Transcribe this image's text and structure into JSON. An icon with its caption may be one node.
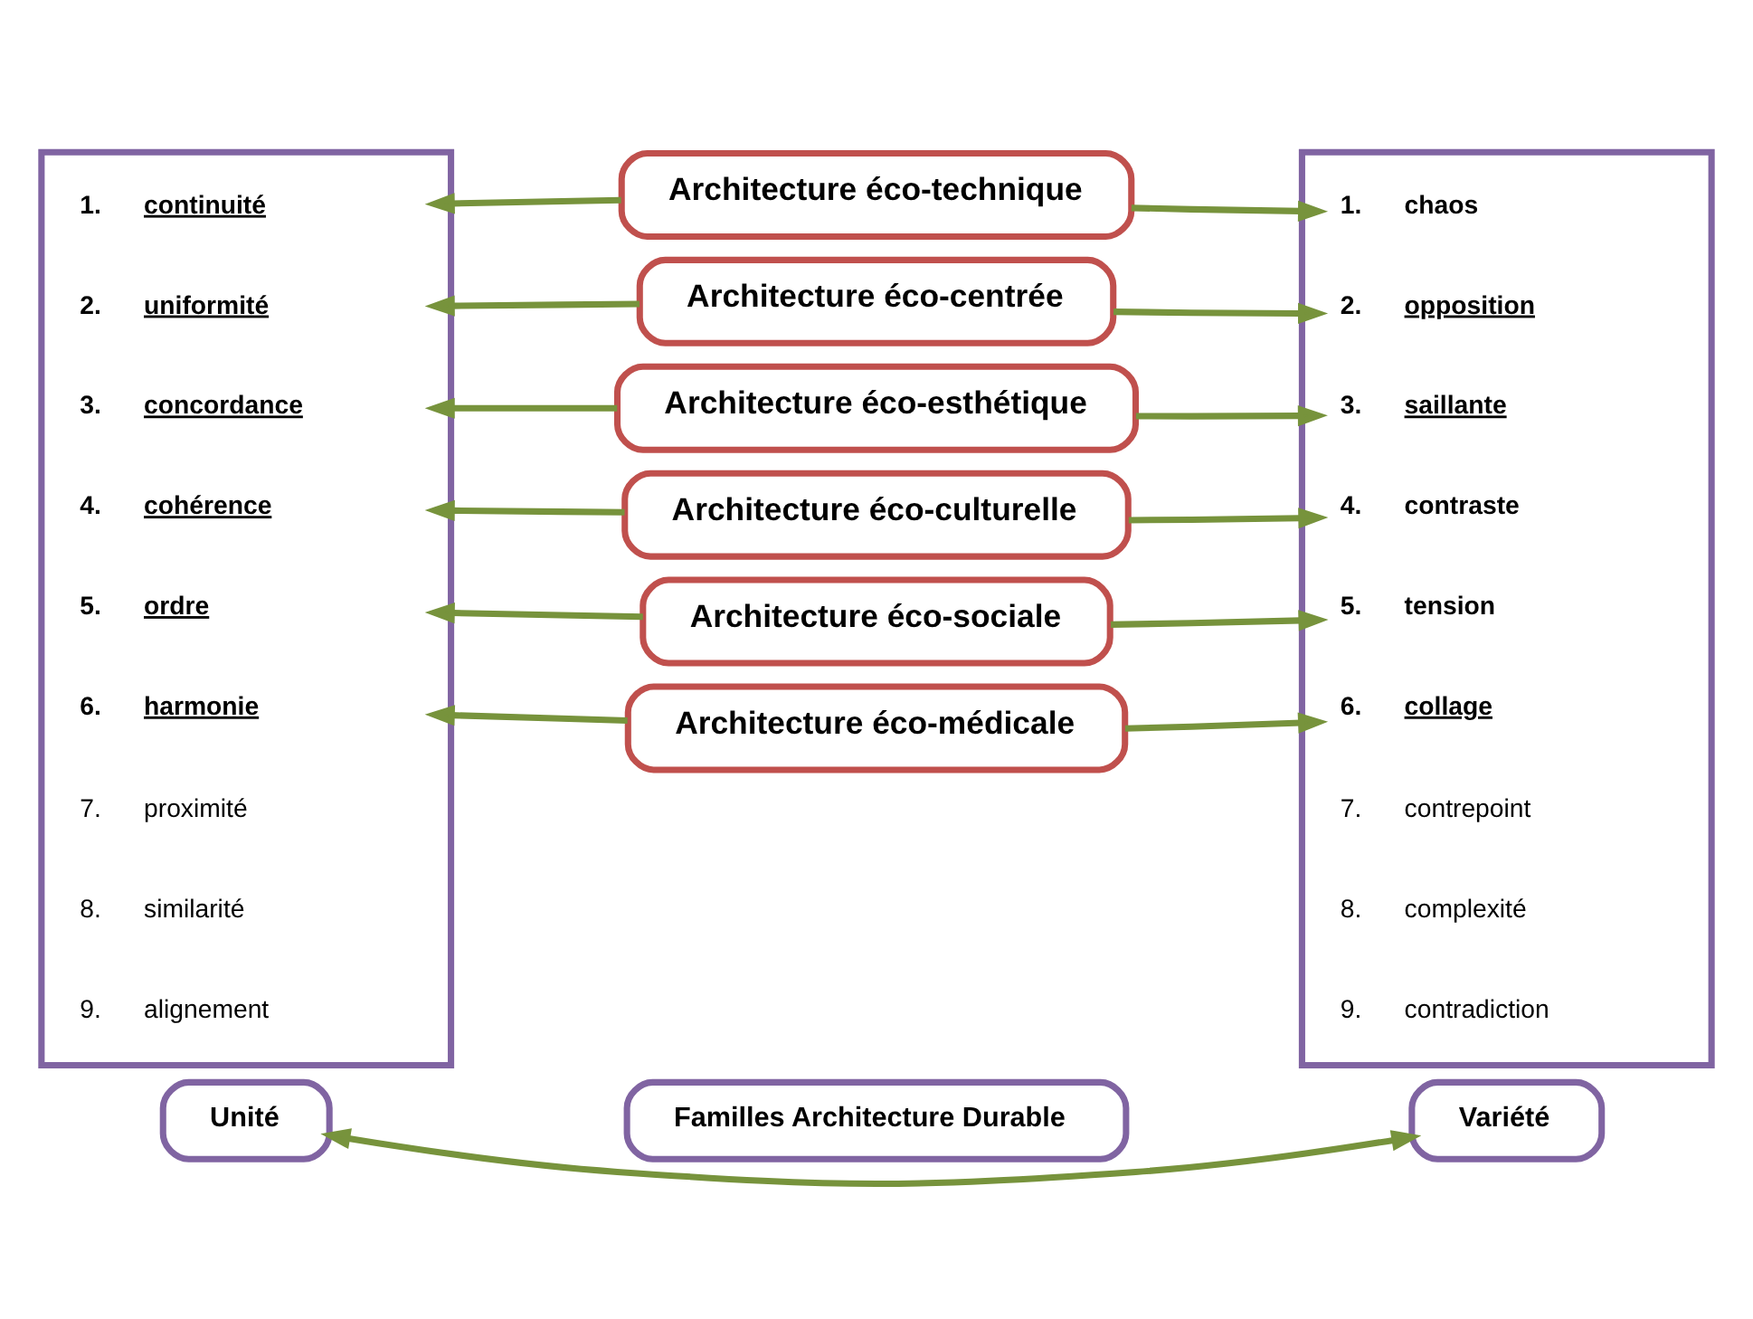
{
  "diagram": {
    "nodes": [
      {
        "text": [
          "Familles Architecture Durable"
        ]
      },
      {
        "text": [
          "Unité"
        ]
      },
      {
        "text": [
          "Variété"
        ]
      },
      {
        "text": [],
        "shape": "box"
      },
      {
        "text": [
          "1.",
          "continuité"
        ],
        "in": 3
      },
      {
        "text": [
          "2.",
          "uniformité"
        ],
        "in": 3
      },
      {
        "text": [
          "3.",
          "concordance"
        ],
        "in": 3
      },
      {
        "text": [
          "4.",
          "cohérence"
        ],
        "in": 3
      },
      {
        "text": [
          "5.",
          "ordre"
        ],
        "in": 3
      },
      {
        "text": [
          "6.",
          "harmonie"
        ],
        "in": 3
      },
      {
        "text": [
          "7.",
          "proximité"
        ],
        "in": 3
      },
      {
        "text": [
          "8.",
          "similarité"
        ],
        "in": 3
      },
      {
        "text": [
          "9.",
          "alignement"
        ],
        "in": 3
      },
      {
        "text": [],
        "shape": "box"
      },
      {
        "text": [
          "1.",
          "chaos"
        ],
        "in": 13
      },
      {
        "text": [
          "2.",
          "opposition"
        ],
        "in": 13
      },
      {
        "text": [
          "3.",
          "saillante"
        ],
        "in": 13
      },
      {
        "text": [
          "4.",
          "contraste"
        ],
        "in": 13
      },
      {
        "text": [
          "5.",
          "tension"
        ],
        "in": 13
      },
      {
        "text": [
          "6.",
          "collage"
        ],
        "in": 13
      },
      {
        "text": [
          "7.",
          "contrepoint"
        ],
        "in": 13
      },
      {
        "text": [
          "8.",
          "complexité"
        ],
        "in": 13
      },
      {
        "text": [
          "9.",
          "contradiction"
        ],
        "in": 13
      },
      {
        "text": [
          "Architecture éco-technique"
        ]
      },
      {
        "text": [
          "Architecture éco-centrée"
        ]
      },
      {
        "text": [
          "Architecture éco-esthétique"
        ]
      },
      {
        "text": [
          "Architecture éco-culturelle"
        ]
      },
      {
        "text": [
          "Architecture éco-sociale"
        ]
      },
      {
        "text": [
          "Architecture éco-médicale"
        ]
      }
    ],
    "edges": [
      {
        "from": 1,
        "to": 2,
        "arrow": "both"
      },
      {
        "from": 23,
        "to": 4,
        "arrow": "to"
      },
      {
        "from": 23,
        "to": 14,
        "arrow": "to"
      },
      {
        "from": 24,
        "to": 5,
        "arrow": "to"
      },
      {
        "from": 24,
        "to": 15,
        "arrow": "to"
      },
      {
        "from": 25,
        "to": 6,
        "arrow": "to"
      },
      {
        "from": 25,
        "to": 16,
        "arrow": "to"
      },
      {
        "from": 26,
        "to": 7,
        "arrow": "to"
      },
      {
        "from": 26,
        "to": 17,
        "arrow": "to"
      },
      {
        "from": 27,
        "to": 8,
        "arrow": "to"
      },
      {
        "from": 27,
        "to": 18,
        "arrow": "to"
      },
      {
        "from": 28,
        "to": 9,
        "arrow": "to"
      },
      {
        "from": 28,
        "to": 19,
        "arrow": "to"
      }
    ]
  }
}
